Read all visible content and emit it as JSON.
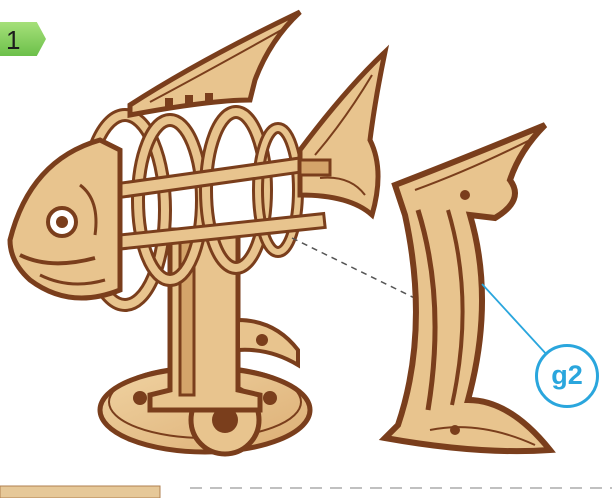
{
  "step": {
    "number": "1"
  },
  "callout": {
    "label": "g2"
  },
  "colors": {
    "wood_light": "#e8c48e",
    "wood_mid": "#d4a46a",
    "wood_edge": "#7a3e1c",
    "callout_blue": "#2aa6dd",
    "badge_green": "#7ccc55"
  },
  "icons": [
    "assembled-fish-model",
    "fin-part-g2",
    "leader-line-dashed"
  ]
}
